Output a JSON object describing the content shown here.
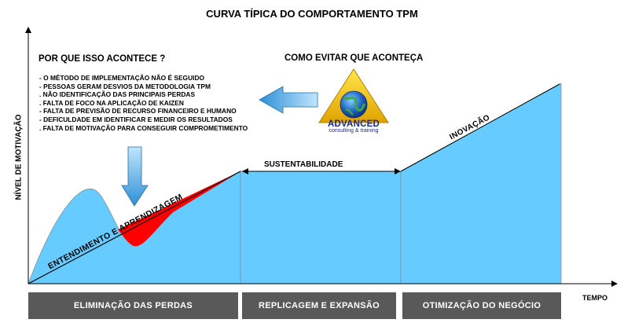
{
  "title": "CURVA TÍPICA DO COMPORTAMENTO TPM",
  "why": {
    "title": "POR QUE ISSO ACONTECE ?",
    "reasons": [
      "- O MÉTODO DE IMPLEMENTAÇÃO NÃO É SEGUIDO",
      "- PESSOAS GERAM DESVIOS DA METODOLOGIA TPM",
      ". NÃO IDENTIFICAÇÃO DAS PRINCIPAIS PERDAS",
      ". FALTA DE FOCO NA APLICAÇÃO DE KAIZEN",
      "- FALTA DE PREVISÃO DE RECURSO FINANCEIRO E HUMANO",
      "- DEFICULDADE EM IDENTIFICAR E MEDIR OS RESULTADOS",
      ". FALTA DE MOTIVAÇÃO PARA CONSEGUIR COMPROMETIMENTO"
    ]
  },
  "avoid": {
    "title": "COMO EVITAR QUE ACONTEÇA"
  },
  "logo": {
    "name": "ADVANCED",
    "tagline": "consulting & training"
  },
  "axes": {
    "y": "NÍVEL DE MOTIVAÇÃO",
    "x": "TEMPO"
  },
  "curve_labels": {
    "learning": "ENTENDIMENTO E APRENDIZAGEM",
    "sustain": "SUSTENTABILIDADE",
    "innovation": "INOVAÇÃO"
  },
  "phases": [
    {
      "label": "ELIMINAÇÃO DAS PERDAS"
    },
    {
      "label": "REPLICAGEM E EXPANSÃO"
    },
    {
      "label": "OTIMIZAÇÃO DO NEGÓCIO"
    }
  ],
  "colors": {
    "area_fill": "#66ccff",
    "gap_fill": "#ff0000",
    "phase_bar": "#595959",
    "arrow_blue": "#4aa8e0"
  }
}
